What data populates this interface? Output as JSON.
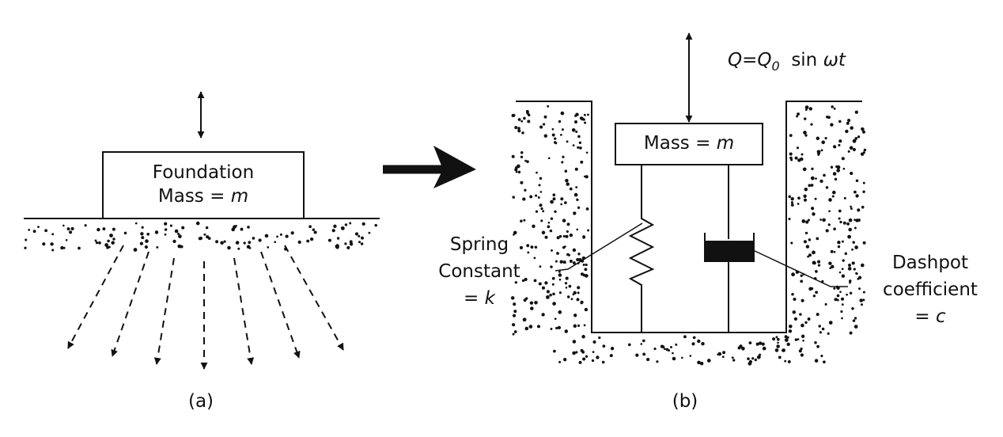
{
  "panel_a": {
    "foundation_line1": "Foundation",
    "mass_prefix": "Mass = ",
    "mass_symbol": "m",
    "caption": "(a)"
  },
  "panel_b": {
    "force_q": "Q",
    "force_eq": "=",
    "force_q0": "Q",
    "force_sub": "0",
    "force_sin": "sin",
    "force_arg": "ωt",
    "mass_prefix": "Mass = ",
    "mass_symbol": "m",
    "spring_line1": "Spring",
    "spring_line2": "Constant",
    "spring_eq": "= ",
    "spring_symbol": "k",
    "dashpot_line1": "Dashpot",
    "dashpot_line2": "coefficient",
    "dashpot_eq": "= ",
    "dashpot_symbol": "c",
    "caption": "(b)"
  },
  "colors": {
    "ink": "#111111",
    "background": "#ffffff"
  }
}
